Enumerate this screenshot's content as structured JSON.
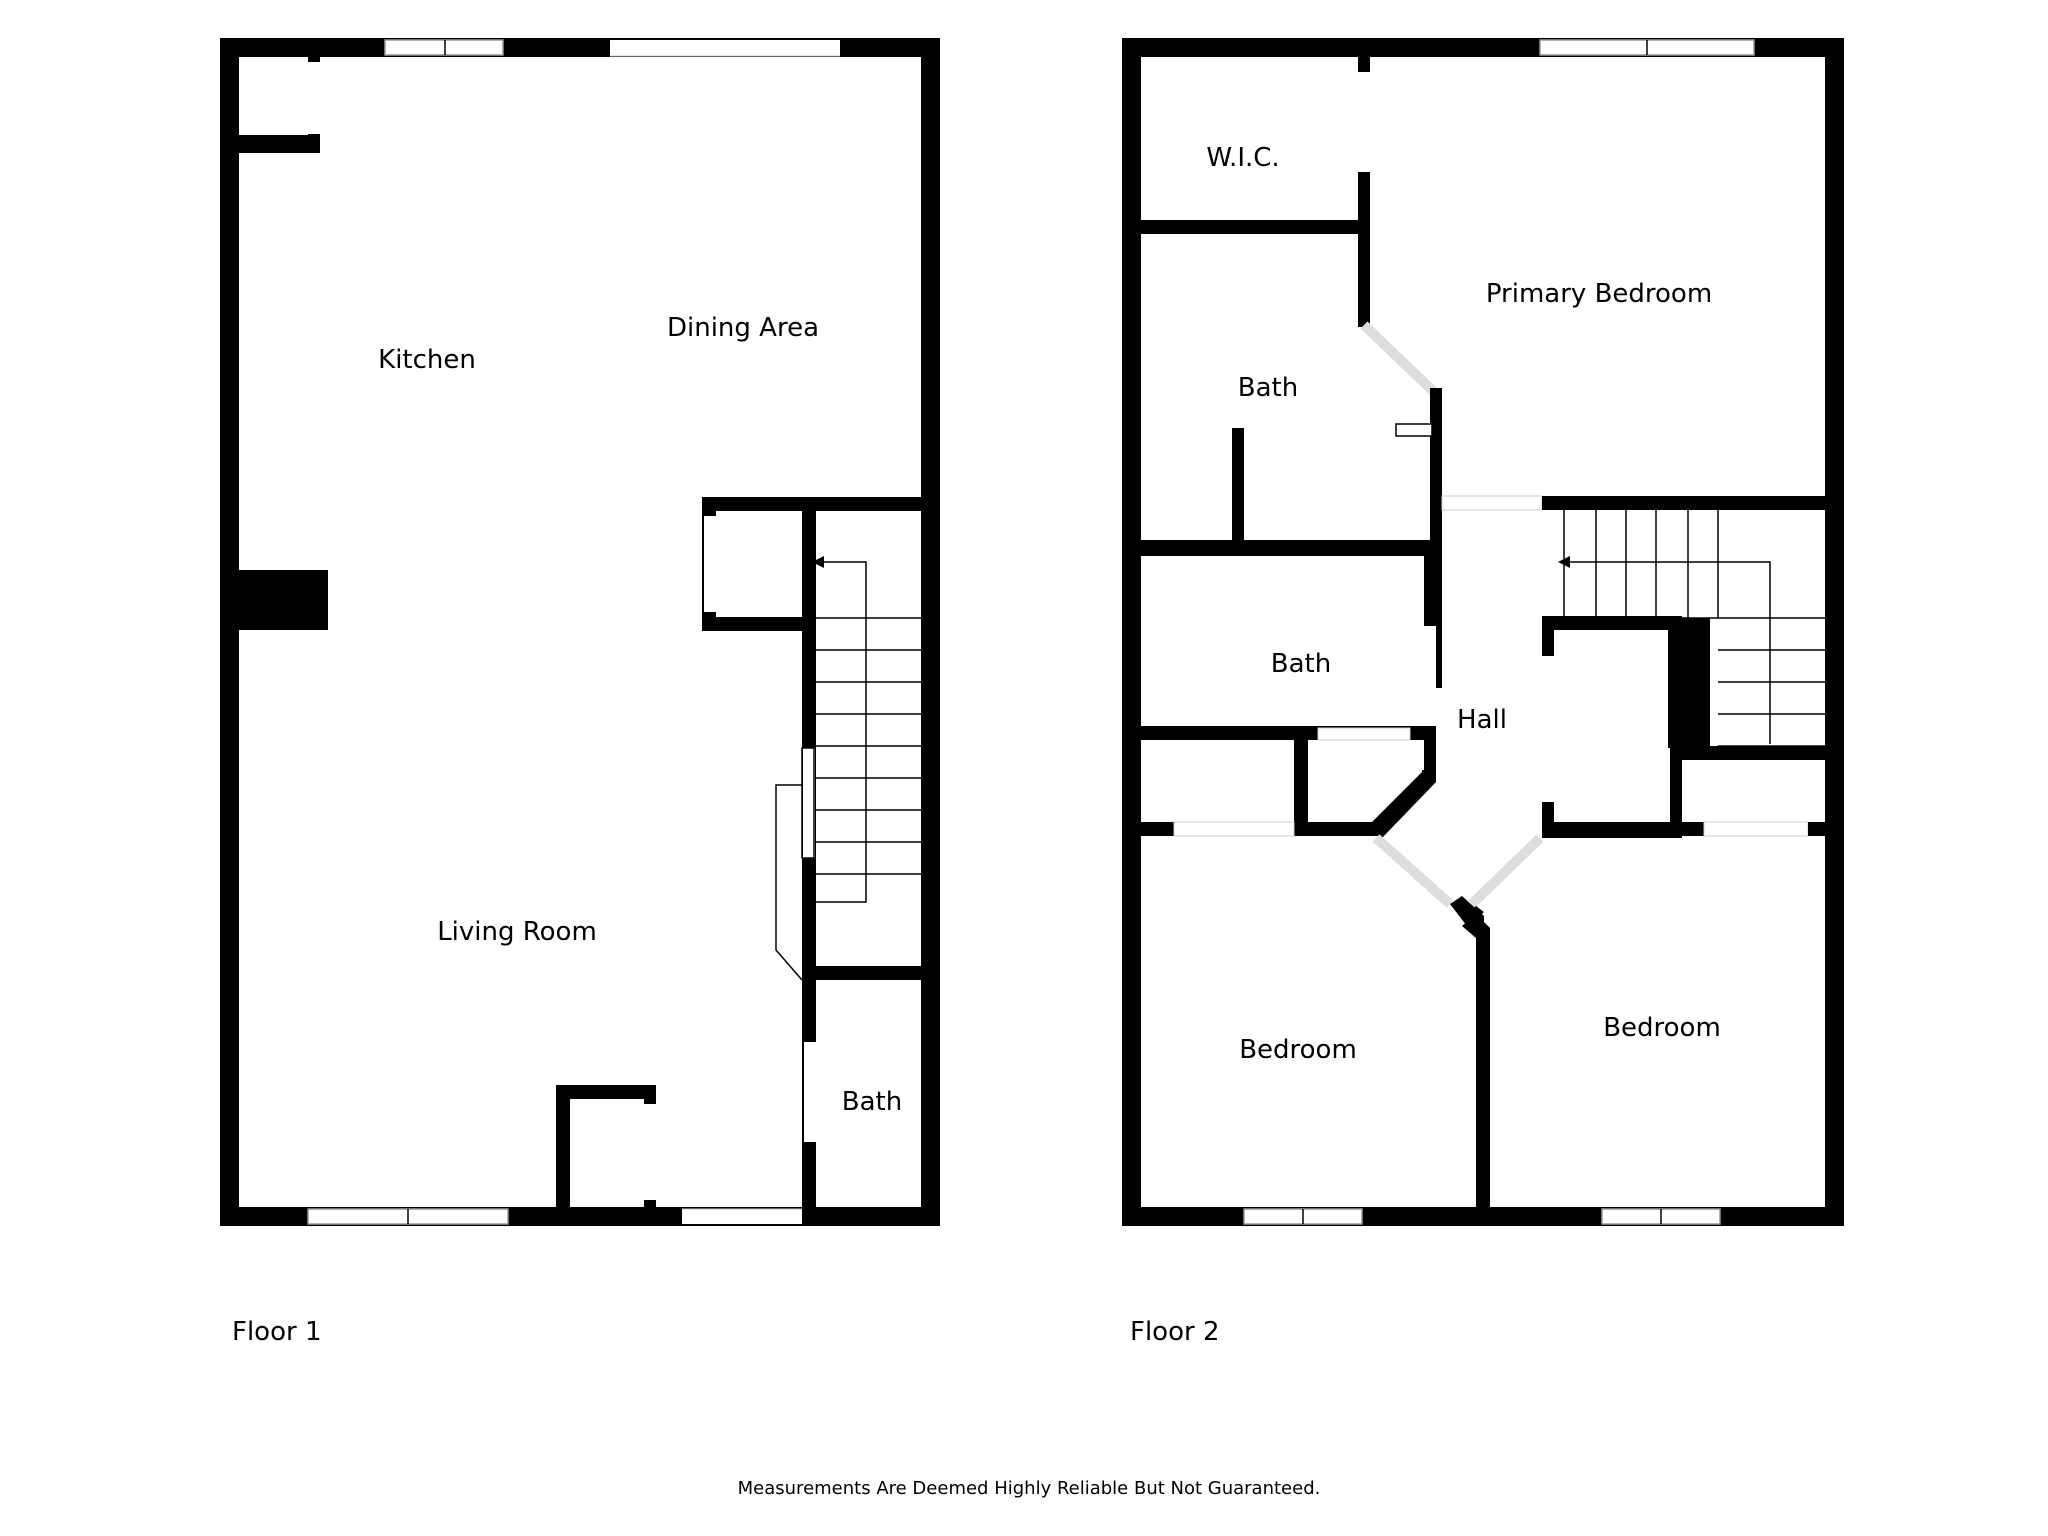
{
  "floors": [
    {
      "label": "Floor 1",
      "rooms": [
        "Kitchen",
        "Dining Area",
        "Living Room",
        "Bath"
      ]
    },
    {
      "label": "Floor 2",
      "rooms": [
        "W.I.C.",
        "Primary Bedroom",
        "Bath",
        "Bath",
        "Hall",
        "Bedroom",
        "Bedroom"
      ]
    }
  ],
  "disclaimer": "Measurements Are Deemed Highly Reliable But Not Guaranteed.",
  "colors": {
    "wall": "#000000",
    "background": "#ffffff",
    "window_frame": "#999999"
  }
}
